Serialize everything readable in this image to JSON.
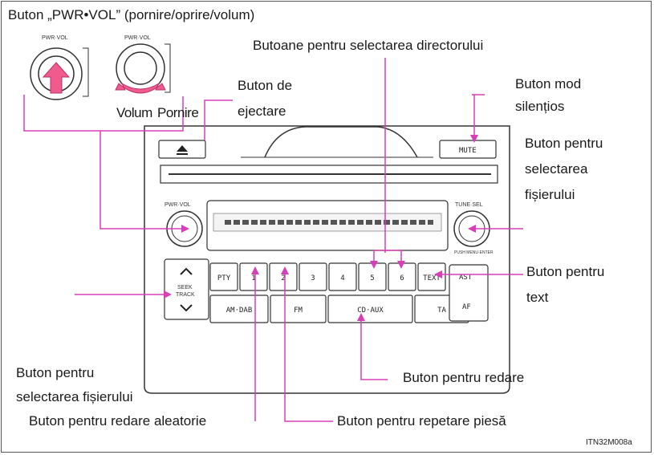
{
  "labels": {
    "pwr_vol": "Buton „PWR•VOL” (pornire/oprire/volum)",
    "folder_buttons": "Butoane pentru selectarea directorului",
    "volum": "Volum",
    "pornire": "Pornire",
    "eject_line1": "Buton de",
    "eject_line2": "ejectare",
    "mute_line1": "Buton mod",
    "mute_line2": "silențios",
    "file_sel_right_line1": "Buton  pentru",
    "file_sel_right_line2": "selectarea",
    "file_sel_right_line3": "fișierului",
    "text_btn_line1": "Buton  pentru",
    "text_btn_line2": "text",
    "file_sel_left_line1": "Buton pentru",
    "file_sel_left_line2": "selectarea fișierului",
    "play_btn": "Buton pentru redare",
    "random_btn": "Buton pentru redare aleatorie",
    "repeat_btn": "Buton pentru repetare piesă",
    "code": "ITN32M008a"
  },
  "knob_labels": {
    "pwr_vol_small_1": "PWR·VOL",
    "pwr_vol_small_2": "PWR·VOL",
    "pwr_vol_unit": "PWR·VOL",
    "tune_sel": "TUNE·SEL",
    "push_menu": "PUSH MENU·ENTER"
  },
  "unit_buttons": {
    "mute": "MUTE",
    "seek_track_1": "SEEK",
    "seek_track_2": "TRACK",
    "top_row": [
      "PTY",
      "1",
      "2",
      "3",
      "4",
      "5",
      "6",
      "TEXT"
    ],
    "bottom_row": [
      "AM·DAB",
      "FM",
      "CD·AUX",
      "TA"
    ],
    "ast": "AST",
    "af": "AF"
  },
  "colors": {
    "callout": "#d63fb8",
    "arrow_fill": "#f05a8c",
    "outline": "#333333"
  },
  "icons": {
    "eject": "eject-icon",
    "up": "chevron-up-icon",
    "down": "chevron-down-icon"
  }
}
